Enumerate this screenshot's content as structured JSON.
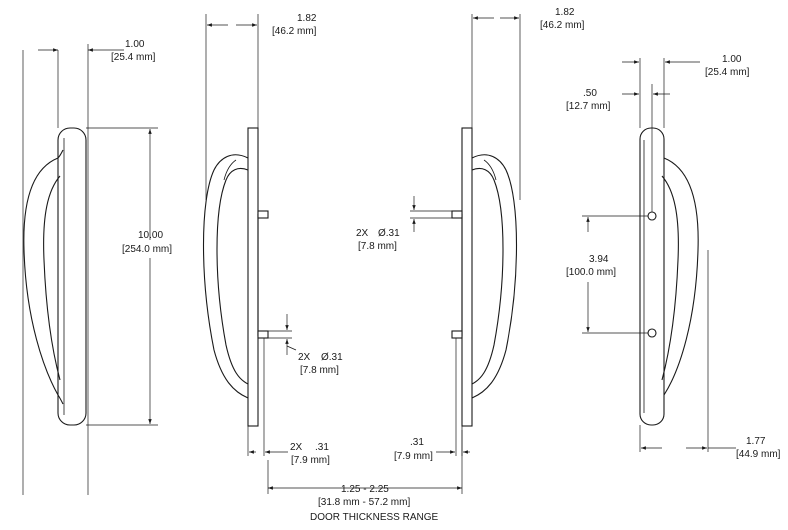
{
  "dimensions": {
    "front_left_width": {
      "imperial": "1.00",
      "metric": "[25.4 mm]"
    },
    "length": {
      "imperial": "10.00",
      "metric": "[254.0 mm]"
    },
    "side_left_depth": {
      "imperial": "1.82",
      "metric": "[46.2 mm]"
    },
    "side_left_hole": {
      "qty": "2X",
      "imperial": "Ø.31",
      "metric": "[7.8 mm]"
    },
    "side_left_offset": {
      "qty": "2X",
      "imperial": ".31",
      "metric": "[7.9 mm]"
    },
    "side_right_depth": {
      "imperial": "1.82",
      "metric": "[46.2 mm]"
    },
    "side_right_hole": {
      "qty": "2X",
      "imperial": "Ø.31",
      "metric": "[7.8 mm]"
    },
    "side_right_offset": {
      "imperial": ".31",
      "metric": "[7.9 mm]"
    },
    "door_thickness": {
      "imperial": "1.25 - 2.25",
      "metric": "[31.8 mm - 57.2 mm]",
      "caption": "DOOR THICKNESS RANGE"
    },
    "back_half_width": {
      "imperial": ".50",
      "metric": "[12.7 mm]"
    },
    "back_width": {
      "imperial": "1.00",
      "metric": "[25.4 mm]"
    },
    "back_spacing": {
      "imperial": "3.94",
      "metric": "[100.0 mm]"
    },
    "back_depth": {
      "imperial": "1.77",
      "metric": "[44.9 mm]"
    }
  }
}
